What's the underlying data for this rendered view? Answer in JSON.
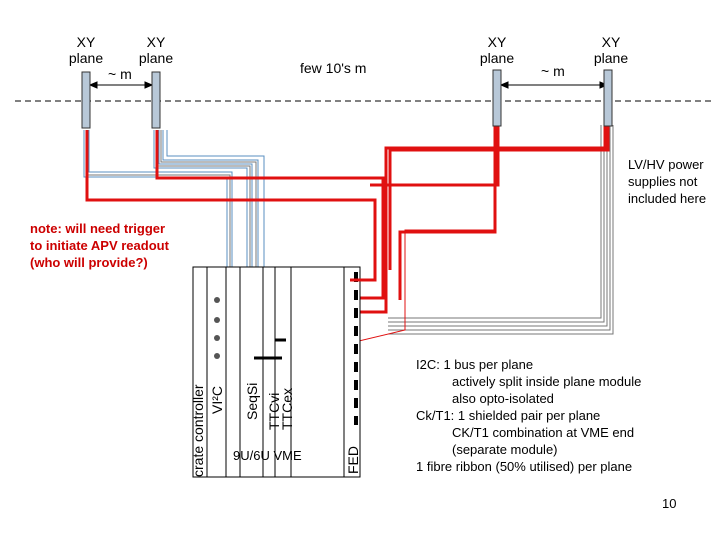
{
  "planes": [
    {
      "label_line1": "XY",
      "label_line2": "plane"
    },
    {
      "label_line1": "XY",
      "label_line2": "plane"
    },
    {
      "label_line1": "XY",
      "label_line2": "plane"
    },
    {
      "label_line1": "XY",
      "label_line2": "plane"
    }
  ],
  "distances": {
    "short_left": "~ m",
    "long": "few 10's m",
    "short_right": "~ m"
  },
  "power_note": {
    "line1": "LV/HV power",
    "line2": "supplies not",
    "line3": "included here"
  },
  "trigger_note": {
    "line1": "note: will need trigger",
    "line2": "to initiate APV readout",
    "line3": "(who will provide?)"
  },
  "crate": {
    "title": "9U/6U VME",
    "controller": "crate controller",
    "vi2c": "VI²C",
    "seqsi": "SeqSi",
    "ttcvi": "TTCvi",
    "ttcex": "TTCex",
    "fed": "FED"
  },
  "links_note": {
    "l1": "I2C: 1 bus per plane",
    "l2": "actively split inside plane module",
    "l3": "also opto-isolated",
    "l4": "Ck/T1: 1 shielded pair per plane",
    "l5": "CK/T1 combination at VME end",
    "l6": "(separate module)",
    "l7": "1 fibre ribbon (50% utilised) per plane"
  },
  "page_number": "10",
  "colors": {
    "cable_red": "#e01010",
    "cable_blue": "#5a8fc0",
    "plane_fill": "#b8c8d8",
    "trigger_note": "#cc0000"
  }
}
